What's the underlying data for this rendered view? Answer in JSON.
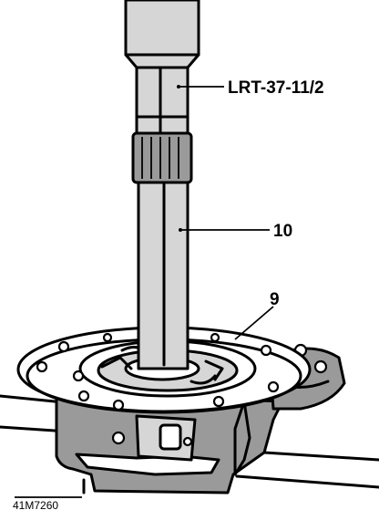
{
  "labels": {
    "tool": "LRT-37-11/2",
    "shaft": "10",
    "housing": "9"
  },
  "figure_ref": "41M7260"
}
